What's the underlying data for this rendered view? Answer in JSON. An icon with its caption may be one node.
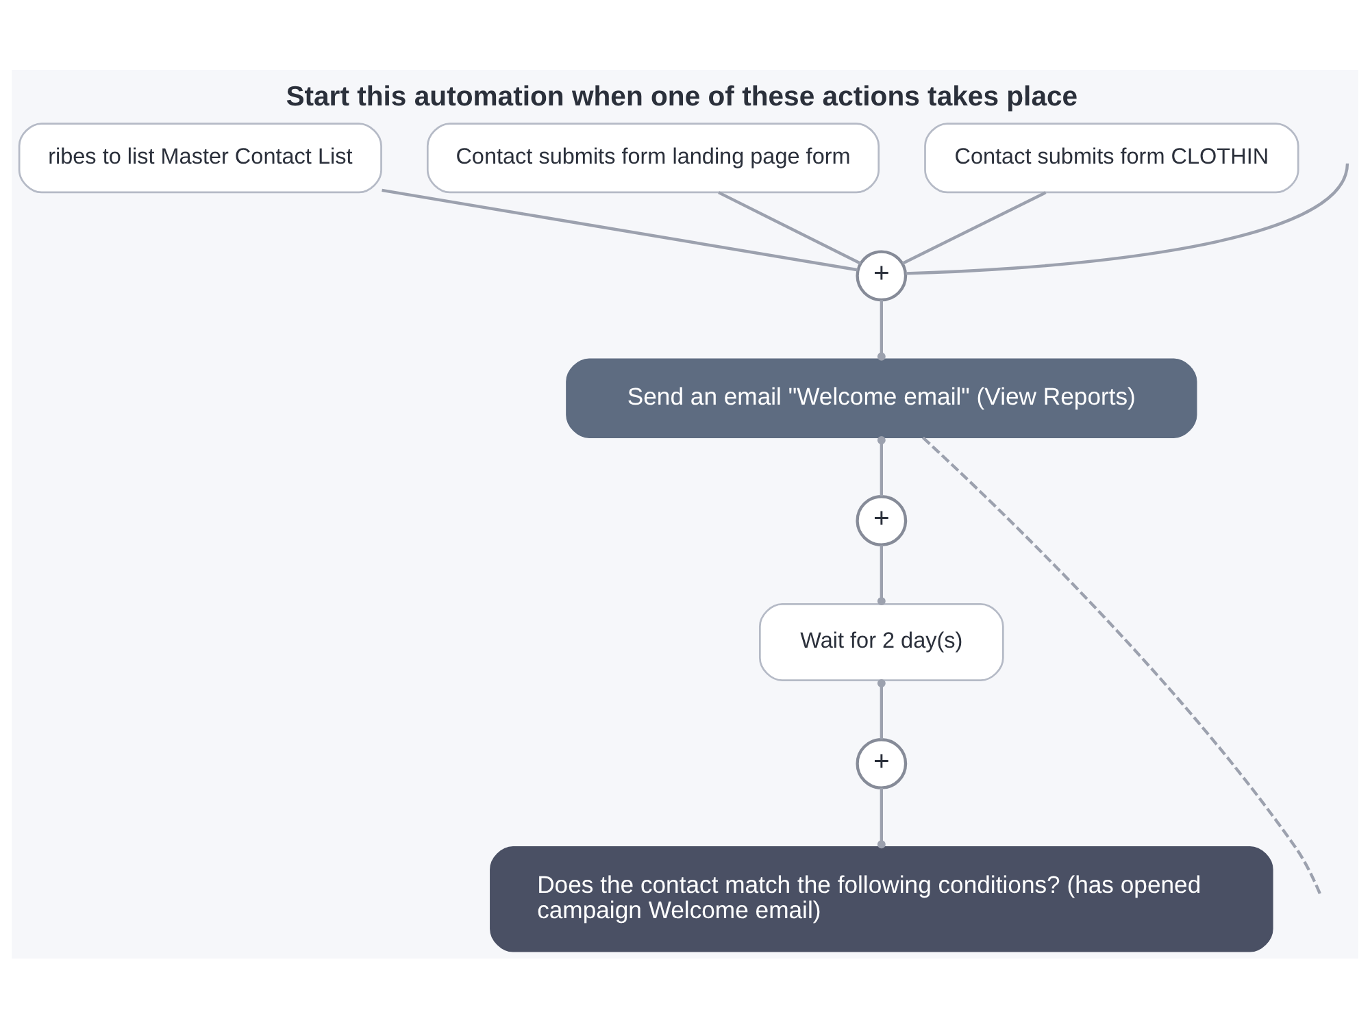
{
  "diagram": {
    "title": "Start this automation when one of these actions takes place",
    "nodes": [
      {
        "text": [
          "ribes to list Master Contact List"
        ]
      },
      {
        "text": [
          "Contact submits form landing page form"
        ]
      },
      {
        "text": [
          "Contact submits form CLOTHIN"
        ]
      },
      {
        "text": [
          "+"
        ]
      },
      {
        "text": [
          "Send an email \"Welcome email\" (View Reports)"
        ]
      },
      {
        "text": [
          "+"
        ]
      },
      {
        "text": [
          "Wait for 2 day(s)"
        ]
      },
      {
        "text": [
          "+"
        ]
      },
      {
        "text": [
          "Does the contact match the following conditions? (has opened campaign Welcome email)"
        ]
      }
    ],
    "edges": [
      {
        "from": 0,
        "to": 3,
        "arrow": "none"
      },
      {
        "from": 1,
        "to": 3,
        "arrow": "none"
      },
      {
        "from": 2,
        "to": 3,
        "arrow": "none"
      },
      {
        "from": null,
        "to": 3,
        "arrow": "none"
      },
      {
        "from": 3,
        "to": 4,
        "arrow": "other"
      },
      {
        "from": 4,
        "to": 5,
        "arrow": "other"
      },
      {
        "from": 5,
        "to": 6,
        "arrow": "other"
      },
      {
        "from": 6,
        "to": 7,
        "arrow": "other"
      },
      {
        "from": 7,
        "to": 8,
        "arrow": "other"
      },
      {
        "from": 4,
        "to": null,
        "arrow": "none",
        "style": "dashed"
      }
    ]
  }
}
